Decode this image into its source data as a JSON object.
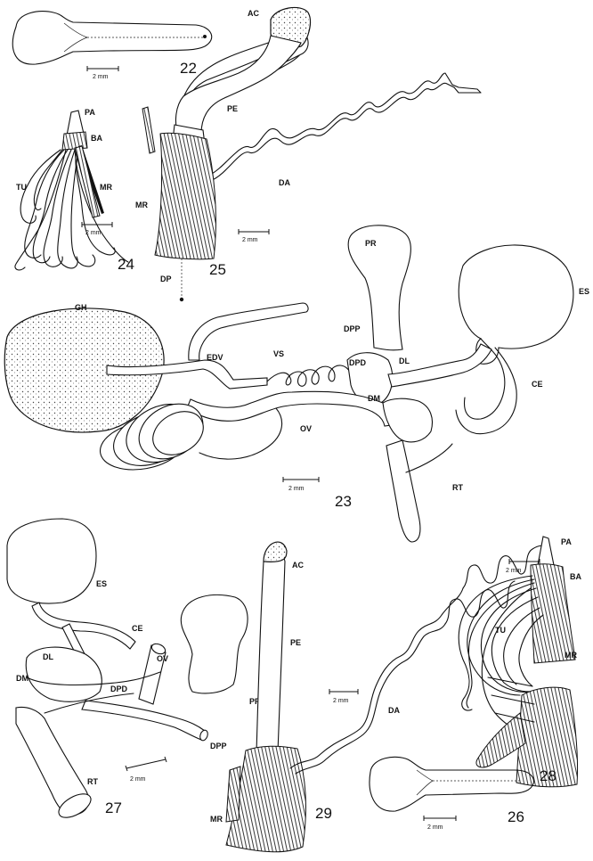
{
  "figures": {
    "f22": {
      "number": "22",
      "scale": "2 mm"
    },
    "f23": {
      "number": "23",
      "scale": "2 mm",
      "labels": {
        "GH": "GH",
        "EDV": "EDV",
        "VS": "VS",
        "DPP": "DPP",
        "DPD": "DPD",
        "DL": "DL",
        "DM": "DM",
        "PR": "PR",
        "ES": "ES",
        "CE": "CE",
        "OV": "OV",
        "RT": "RT"
      }
    },
    "f24": {
      "number": "24",
      "scale": "2 mm",
      "labels": {
        "PA": "PA",
        "BA": "BA",
        "TU": "TU",
        "MR": "MR"
      }
    },
    "f25": {
      "number": "25",
      "scale": "2 mm",
      "labels": {
        "AC": "AC",
        "PE": "PE",
        "DA": "DA",
        "MR": "MR",
        "DP": "DP"
      }
    },
    "f26": {
      "number": "26",
      "scale": "2 mm"
    },
    "f27": {
      "number": "27",
      "scale": "2 mm",
      "labels": {
        "ES": "ES",
        "CE": "CE",
        "DL": "DL",
        "OV": "OV",
        "DM": "DM",
        "DPD": "DPD",
        "PR": "PR",
        "DPP": "DPP",
        "RT": "RT"
      }
    },
    "f28": {
      "number": "28",
      "scale": "2 mm",
      "labels": {
        "PA": "PA",
        "BA": "BA",
        "TU": "TU",
        "MR": "MR"
      }
    },
    "f29": {
      "number": "29",
      "scale": "2 mm",
      "labels": {
        "AC": "AC",
        "PE": "PE",
        "DA": "DA",
        "MR": "MR"
      }
    }
  }
}
